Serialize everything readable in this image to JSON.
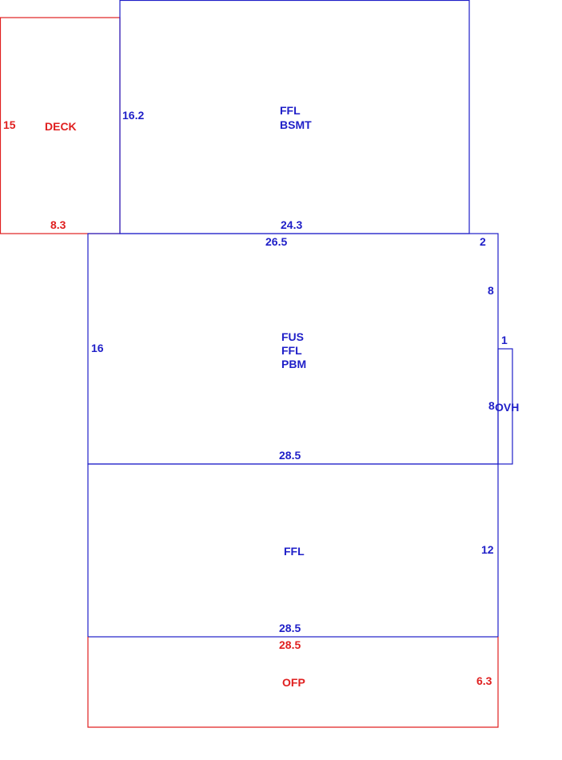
{
  "colors": {
    "blue": "#1f1fc8",
    "red": "#e02020"
  },
  "deck": {
    "label": "DECK",
    "side": "15",
    "bottom": "8.3"
  },
  "basement": {
    "line1": "FFL",
    "line2": "BSMT",
    "left": "16.2",
    "bottom": "24.3"
  },
  "main": {
    "line1": "FUS",
    "line2": "FFL",
    "line3": "PBM",
    "top": "26.5",
    "top_right": "2",
    "right": "8",
    "left": "16",
    "bottom": "28.5"
  },
  "overhang": {
    "label": "OVH",
    "top": "1",
    "side": "8"
  },
  "lower": {
    "label": "FFL",
    "right": "12",
    "bottom": "28.5"
  },
  "porch": {
    "label": "OFP",
    "top": "28.5",
    "right": "6.3"
  }
}
